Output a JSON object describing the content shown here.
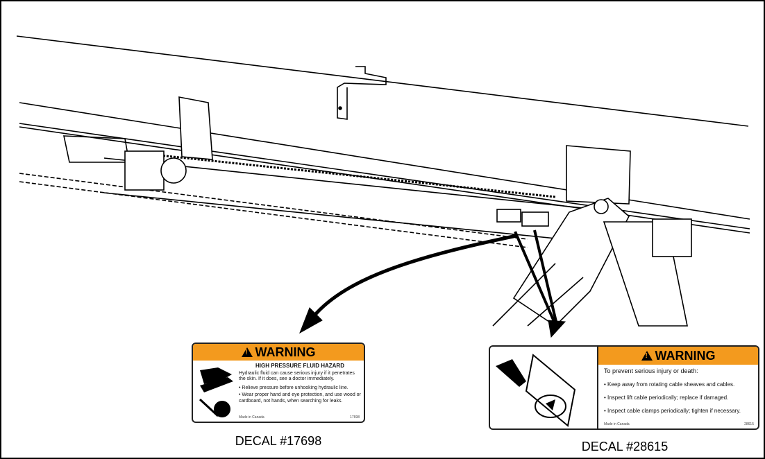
{
  "decal_left": {
    "caption": "DECAL #17698",
    "banner": "WARNING",
    "heading": "HIGH PRESSURE FLUID HAZARD",
    "body": "Hydraulic fluid can cause serious injury if it penetrates the skin. If it does, see a doctor immediately.",
    "bullets": [
      "Relieve pressure before unhooking hydraulic line.",
      "Wear proper hand and eye protection, and use wood or cardboard, not hands, when searching for leaks."
    ],
    "footer_left": "Made in Canada",
    "footer_right": "17698"
  },
  "decal_right": {
    "caption": "DECAL #28615",
    "banner": "WARNING",
    "intro": "To prevent serious injury or death:",
    "bullets": [
      "Keep away from rotating cable sheaves and cables.",
      "Inspect lift cable periodically; replace if damaged.",
      "Inspect cable clamps periodically; tighten if necessary."
    ],
    "footer_left": "Made in Canada",
    "footer_right": "28615"
  },
  "colors": {
    "warning_orange": "#f39a1e",
    "outline": "#000000"
  }
}
